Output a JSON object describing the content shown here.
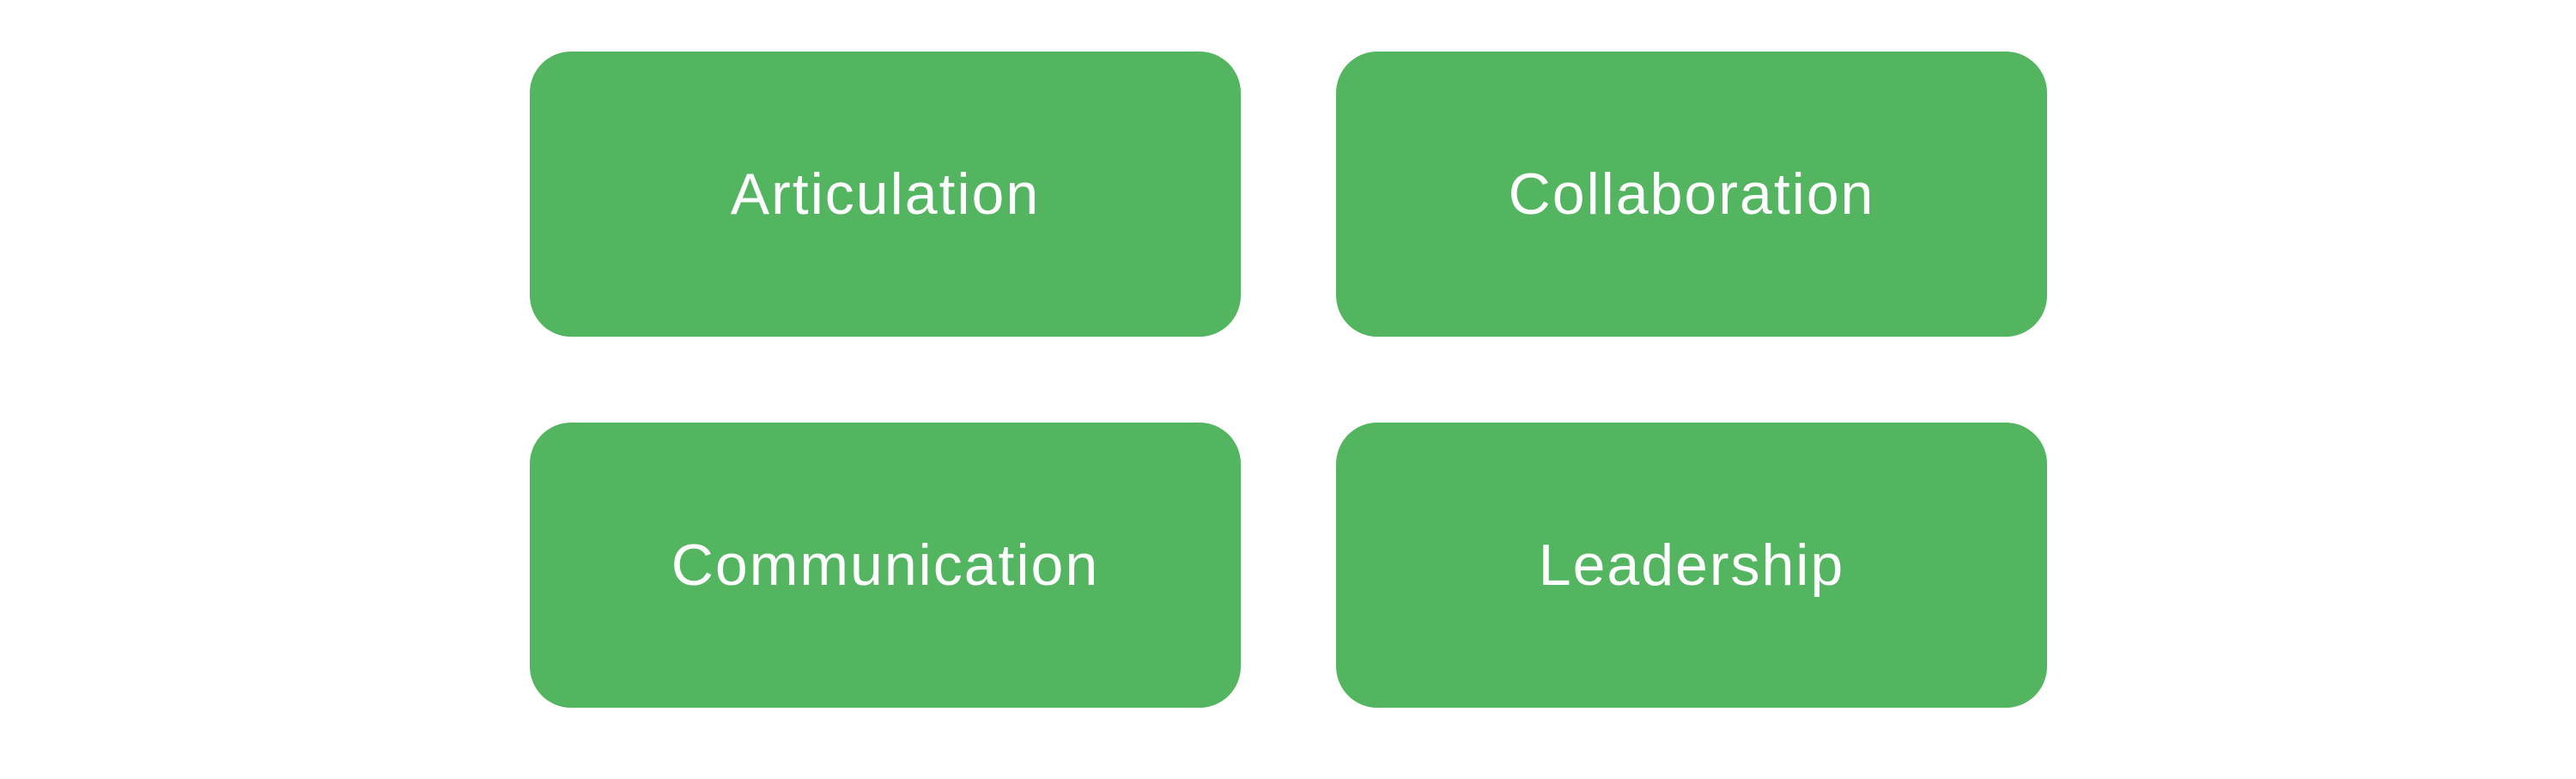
{
  "canvas": {
    "background": "#ffffff"
  },
  "colors": {
    "card_bg": "#53b55f",
    "card_text": "#ffffff"
  },
  "cards": [
    {
      "label": "Articulation"
    },
    {
      "label": "Collaboration"
    },
    {
      "label": "Communication"
    },
    {
      "label": "Leadership"
    }
  ]
}
